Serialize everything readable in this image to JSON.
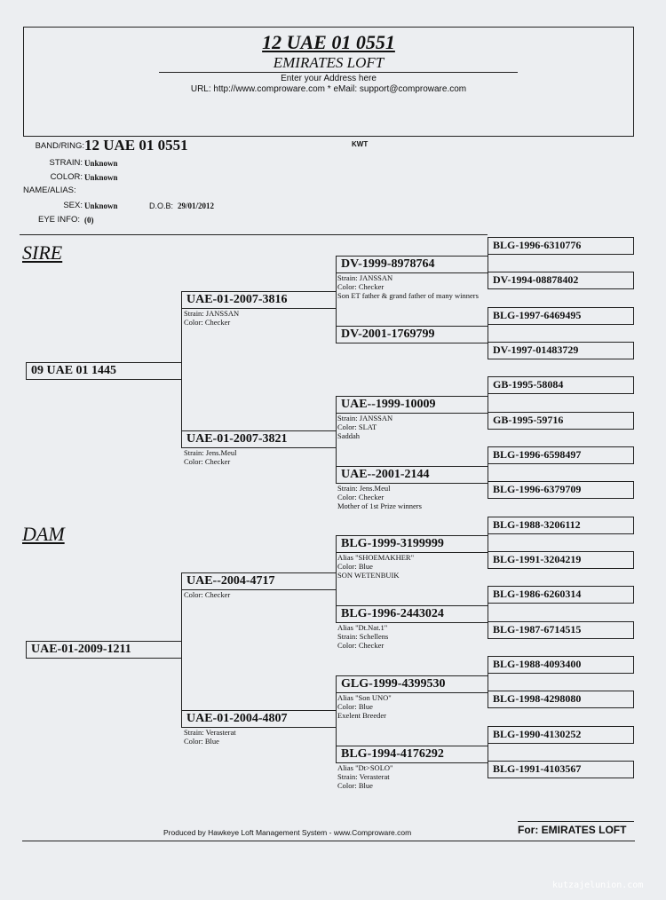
{
  "header": {
    "title": "12 UAE 01 0551",
    "loft": "EMIRATES LOFT",
    "address": "Enter your Address here",
    "contact": "URL: http://www.comproware.com * eMail: support@comproware.com"
  },
  "info": {
    "band_label": "BAND/RING:",
    "band": "12 UAE 01 0551",
    "country": "KWT",
    "strain_label": "STRAIN:",
    "strain": "Unknown",
    "color_label": "COLOR:",
    "color": "Unknown",
    "name_label": "NAME/ALIAS:",
    "sex_label": "SEX:",
    "sex": "Unknown",
    "dob_label": "D.O.B:",
    "dob": "29/01/2012",
    "eye_label": "EYE INFO:",
    "eye": "(0)"
  },
  "sections": {
    "sire": "SIRE",
    "dam": "DAM"
  },
  "gen1": [
    {
      "ring": "09 UAE 01 1445",
      "notes": []
    },
    {
      "ring": "UAE-01-2009-1211",
      "notes": []
    }
  ],
  "gen2": [
    {
      "ring": "UAE-01-2007-3816",
      "notes": [
        "Strain: JANSSAN",
        "Color: Checker"
      ]
    },
    {
      "ring": "UAE-01-2007-3821",
      "notes": [
        "Strain: Jens.Meul",
        "Color: Checker"
      ]
    },
    {
      "ring": "UAE--2004-4717",
      "notes": [
        "Color: Checker"
      ]
    },
    {
      "ring": "UAE-01-2004-4807",
      "notes": [
        "Strain: Verasterat",
        "Color: Blue"
      ]
    }
  ],
  "gen3": [
    {
      "ring": "DV-1999-8978764",
      "notes": [
        "Strain: JANSSAN",
        "Color: Checker",
        "Son ET father & grand father of many winners"
      ]
    },
    {
      "ring": "DV-2001-1769799",
      "notes": []
    },
    {
      "ring": "UAE--1999-10009",
      "notes": [
        "Strain: JANSSAN",
        "Color: SLAT",
        "Saddah"
      ]
    },
    {
      "ring": "UAE--2001-2144",
      "notes": [
        "Strain: Jens.Meul",
        "Color: Checker",
        "Mother of 1st Prize winners"
      ]
    },
    {
      "ring": "BLG-1999-3199999",
      "notes": [
        "Alias \"SHOEMAKHER\"",
        "Color: Blue",
        "SON WETENBUIK"
      ]
    },
    {
      "ring": "BLG-1996-2443024",
      "notes": [
        "Alias \"Dt.Nat.1\"",
        "Strain: Schellens",
        "Color: Checker"
      ]
    },
    {
      "ring": "GLG-1999-4399530",
      "notes": [
        "Alias \"Son UNO\"",
        "Color: Blue",
        "Exelent Breeder"
      ]
    },
    {
      "ring": "BLG-1994-4176292",
      "notes": [
        "Alias \"Dt>SOLO\"",
        "Strain: Verasterat",
        "Color: Blue"
      ]
    }
  ],
  "gen4": [
    "BLG-1996-6310776",
    "DV-1994-08878402",
    "BLG-1997-6469495",
    "DV-1997-01483729",
    "GB-1995-58084",
    "GB-1995-59716",
    "BLG-1996-6598497",
    "BLG-1996-6379709",
    "BLG-1988-3206112",
    "BLG-1991-3204219",
    "BLG-1986-6260314",
    "BLG-1987-6714515",
    "BLG-1988-4093400",
    "BLG-1998-4298080",
    "BLG-1990-4130252",
    "BLG-1991-4103567"
  ],
  "footer": {
    "produced": "Produced by Hawkeye Loft Management System - www.Comproware.com",
    "for": "For: EMIRATES LOFT"
  },
  "watermark": "kutzajelunion.com"
}
